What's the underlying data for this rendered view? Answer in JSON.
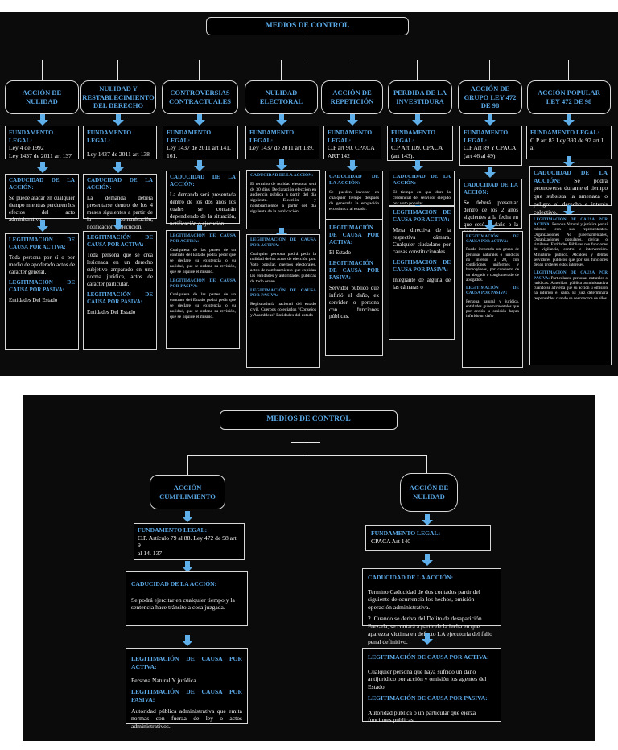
{
  "top": {
    "title": "MEDIOS DE CONTROL",
    "columns": [
      {
        "header": "ACCIÓN DE NULIDAD",
        "fundamento_label": "FUNDAMENTO LEGAL:",
        "fundamento_text": "Ley 4 de 1992\nLey 1437 de 2011 art 137",
        "caducidad_label": "CADUCIDAD DE LA ACCIÓN:",
        "caducidad_text": "Se puede atacar en cualquier tiempo mientras perduren los efectos del acto administrativo.",
        "activa_label": "LEGITIMACIÓN DE CAUSA POR ACTIVA:",
        "activa_text": "Toda persona por sí o por medio de apoderado actos de carácter general.",
        "pasiva_label": "LEGITIMACIÓN DE CAUSA POR PASIVA:",
        "pasiva_text": "Entidades Del Estado"
      },
      {
        "header": "NULIDAD Y RESTABLECIMIENTO DEL DERECHO",
        "fundamento_label": "FUNDAMENTO LEGAL:",
        "fundamento_text": "Ley 1437 de 2011 art 138",
        "caducidad_label": "CADUCIDAD DE LA ACCIÓN:",
        "caducidad_text": "La demanda deberá presentarse dentro de los 4 meses siguientes a partir de la comunicación, notificación o ejecución.",
        "activa_label": "LEGITIMACIÓN DE CAUSA POR ACTIVA:",
        "activa_text": "Toda persona que se crea lesionada en un derecho subjetivo amparado en una norma jurídica, actos de carácter particular.",
        "pasiva_label": "LEGITIMACIÓN DE CAUSA POR PASIVA:",
        "pasiva_text": "Entidades Del Estado"
      },
      {
        "header": "CONTROVERSIAS CONTRACTUALES",
        "fundamento_label": "FUNDAMENTO LEGAL:",
        "fundamento_text": "Ley 1437 de 2011 art 141, 161.",
        "caducidad_label": "CADUCIDAD DE LA ACCIÓN:",
        "caducidad_text": "La demanda será presentada dentro de los dos años los cuales se contarán dependiendo de la situación, notificación o ejecución.",
        "activa_label": "LEGITIMACIÓN DE CAUSA POR ACTIVA:",
        "activa_text": "Cualquiera de las partes de un contrato del Estado podrá pedir que se declare su existencia o su nulidad, que se ordene su revisión, que se liquide el mismo.",
        "pasiva_label": "LEGITIMACIÓN DE CAUSA POR PASIVA:",
        "pasiva_text": "Cualquiera de las partes de un contrato del Estado podrá pedir que se declare su existencia o su nulidad, que se ordene su revisión, que se liquide el mismo."
      },
      {
        "header": "NULIDAD ELECTORAL",
        "fundamento_label": "FUNDAMENTO LEGAL:",
        "fundamento_text": "Ley 1437 de 2011 art 139.",
        "caducidad_label": "CADUCIDAD DE LA ACCIÓN:",
        "caducidad_text": "El termino de nulidad electoral será de 30 días. Declaración elección en audiencia pública a partir del día siguiente. Elección y nombramientos a partir del día siguiente de la publicación.",
        "activa_label": "LEGITIMACIÓN DE CAUSA POR ACTIVA:",
        "activa_text": "Cualquier persona podrá pedir la nulidad de los actos de elección por: Voto popular, cuerpos electorales, actos de nombramiento que expidan las entidades y autoridades públicas de todo orden.",
        "pasiva_label": "LEGITIMACIÓN DE CAUSA POR PASIVA:",
        "pasiva_text": "Registraduría nacional del estado civil. Cuerpos colegiados \"Consejos y Asambleas\" Entidades del estado"
      },
      {
        "header": "ACCIÓN DE REPETICIÓN",
        "fundamento_label": "FUNDAMENTO LEGAL:",
        "fundamento_text": "C.P art 90. CPACA ART 142",
        "caducidad_label": "CADUCIDAD DE LA ACCIÓN:",
        "caducidad_text": "Se pueden invocar en cualquier tiempo después de generada la erogación económica al estado.",
        "activa_label": "LEGITIMACIÓN DE CAUSA POR ACTIVA:",
        "activa_text": "El Estado",
        "pasiva_label": "LEGITIMACIÓN DE CAUSA POR PASIVA:",
        "pasiva_text": "Servidor público que infirió el daño, ex servidor o persona con funciones públicas."
      },
      {
        "header": "PERDIDA DE LA INVESTIDURA",
        "fundamento_label": "FUNDAMENTO LEGAL:",
        "fundamento_text": "C.P Art 109. CPACA (art 143).",
        "caducidad_label": "CADUCIDAD DE LA ACCIÓN:",
        "caducidad_text": "El tiempo en que dure la credencial del servidor elegido por voto popular.",
        "activa_label": "LEGITIMACIÓN DE CAUSA POR ACTIVA:",
        "activa_text": "Mesa directiva de la respectiva cámara. Cualquier ciudadano por causas constitucionales.",
        "pasiva_label": "LEGITIMACIÓN DE CAUSA POR PASIVA:",
        "pasiva_text": "Integrante de alguna de las cámaras o"
      },
      {
        "header": "ACCIÓN DE GRUPO LEY 472 DE 98",
        "fundamento_label": "FUNDAMENTO LEGAL:",
        "fundamento_text": "C.P Art 89 Y CPACA (art 46 al 49).",
        "caducidad_label": "CADUCIDAD DE LA ACCIÓN:",
        "caducidad_text": "Se deberá presentar dentro de los 2 años siguientes a la fecha en que cesó el daño o la acción",
        "activa_label": "LEGITIMACIÓN DE CAUSA POR ACTIVA:",
        "activa_text": "Puede invocarla un grupo de personas naturales o jurídicas no inferior a 20, con condiciones uniformes y homogéneas, por conducto de un abogado o conglomerado de abogados.",
        "pasiva_label": "LEGITIMACIÓN DE CAUSA POR PASIVA:",
        "pasiva_text": "Persona natural y jurídica, entidades gubernamentales que por acción u omisión hayan inferido un daño"
      },
      {
        "header": "ACCIÓN POPULAR LEY 472 DE 98",
        "fundamento_label": "FUNDAMENTO LEGAL:",
        "fundamento_text": "C.P art 83 Ley 393 de 97 art 1 al",
        "caducidad_label": "CADUCIDAD DE LA ACCIÓN:",
        "caducidad_text": "Se podrá promoverse durante el tiempo que subsista la amenaza o peligro al derecho e interés colectivo.",
        "activa_label": "LEGITIMACIÓN DE CAUSA POR ACTIVA:",
        "activa_text": "Persona Natural y jurídica por sí mismos con sus representantes. Organizaciones No gubernamentales, Organizaciones populares, cívicas o similares. Entidades Públicas con funciones de vigilancia, control e intervención. Ministerio público. Alcaldes y demás servidores públicos que por sus funciones deban proteger estos intereses.",
        "pasiva_label": "LEGITIMACIÓN DE CAUSA POR PASIVA:",
        "pasiva_text": "Particulares, personas naturales o jurídicas. Autoridad pública administrativa cuando se advierta que su acción u omisión ha inferido el daño. El juez determinara responsables cuando se desconozca de ellos"
      }
    ]
  },
  "bottom": {
    "title": "MEDIOS DE CONTROL",
    "left": {
      "header": "ACCIÓN CUMPLIMIENTO",
      "fundamento_label": "FUNDAMENTO LEGAL:",
      "fundamento_text": "C.P. Artículo 79 al 88. Ley 472 de 98 art 9\nal 14. 137",
      "caducidad_label": "CADUCIDAD DE LA ACCIÓN:",
      "caducidad_text": "Se podrá ejercitar en cualquier tiempo y la sentencia hace tránsito a cosa juzgada.",
      "activa_label": "LEGITIMACIÓN DE CAUSA POR ACTIVA:",
      "activa_text": "Persona Natural Y jurídica.",
      "pasiva_label": "LEGITIMACIÓN DE CAUSA POR PASIVA:",
      "pasiva_text": "Autoridad pública administrativa que emita normas con fuerza de ley o actos administrativos."
    },
    "right": {
      "header": "ACCIÓN DE NULIDAD",
      "fundamento_label": "FUNDAMENTO LEGAL:",
      "fundamento_text": "CPACA Art 140",
      "caducidad_label": "CADUCIDAD DE LA ACCIÓN:",
      "caducidad_text1": "Termino Caducidad de dos contados partir del siguiente de ocurrencia los hechos, omisión operación administrativa.",
      "caducidad_text2": "2. Cuando se deriva del Delito de desaparición Forzada, se contará a partir de la fecha en que aparezca víctima en defecto LA ejecutoria del fallo penal definitivo.",
      "activa_label": "LEGITIMACIÓN DE CAUSA POR ACTIVA:",
      "activa_text": "Cualquier persona que haya sufrido un daño antijurídico por acción y omisión los agentes del Estado.",
      "pasiva_label": "LEGITIMACIÓN DE CAUSA POR PASIVA:",
      "pasiva_text": "Autoridad pública o un particular que ejerza funciones públicas"
    }
  },
  "colors": {
    "panel": "#0b0b0b",
    "accent": "#5aa8e6",
    "arrow": "#5fb0ea",
    "text": "#f2f2f2"
  }
}
